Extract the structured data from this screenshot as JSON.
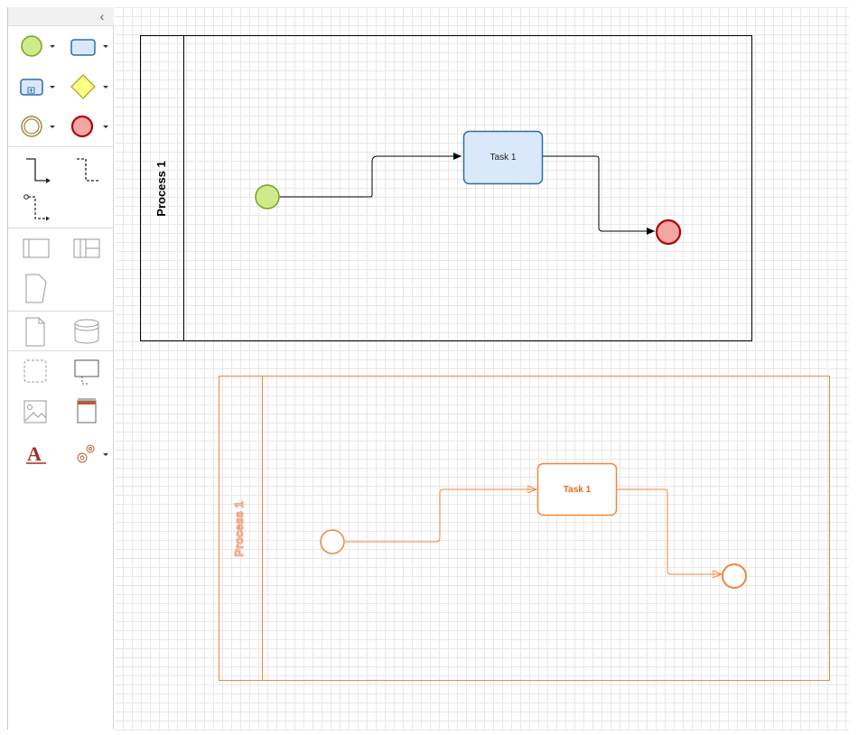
{
  "sidebar": {
    "collapse_icon": "chevron-left-icon",
    "collapse_glyph": "‹",
    "tools": [
      {
        "name": "start-event-icon",
        "color": "#cdeb8b"
      },
      {
        "name": "task-icon",
        "color": "#dae8fc"
      },
      {
        "name": "subprocess-icon",
        "color": "#dae8fc"
      },
      {
        "name": "gateway-icon",
        "color": "#ffff88"
      },
      {
        "name": "intermediate-event-icon",
        "color": "#ffffff"
      },
      {
        "name": "end-event-icon",
        "color": "#f8cecc"
      },
      {
        "name": "sequence-flow-icon"
      },
      {
        "name": "message-flow-icon"
      },
      {
        "name": "association-icon"
      },
      {
        "name": "pool-icon"
      },
      {
        "name": "lane-icon"
      },
      {
        "name": "data-object-icon"
      },
      {
        "name": "document-icon"
      },
      {
        "name": "data-store-icon"
      },
      {
        "name": "group-icon"
      },
      {
        "name": "text-annotation-icon"
      },
      {
        "name": "image-icon"
      },
      {
        "name": "container-icon"
      },
      {
        "name": "text-icon",
        "glyph": "A"
      },
      {
        "name": "settings-gear-icon"
      }
    ]
  },
  "diagram": {
    "pool1": {
      "title": "Process 1",
      "task_label": "Task 1"
    },
    "pool2": {
      "title": "Process 1",
      "task_label": "Task 1"
    },
    "colors": {
      "start_fill": "#cdeb8b",
      "start_stroke": "#73a321",
      "task_fill": "#dae8fc",
      "task_stroke": "#2e6da4",
      "end_fill": "#f4a6a6",
      "end_stroke": "#b20000",
      "accent_orange": "#f2863a"
    }
  }
}
